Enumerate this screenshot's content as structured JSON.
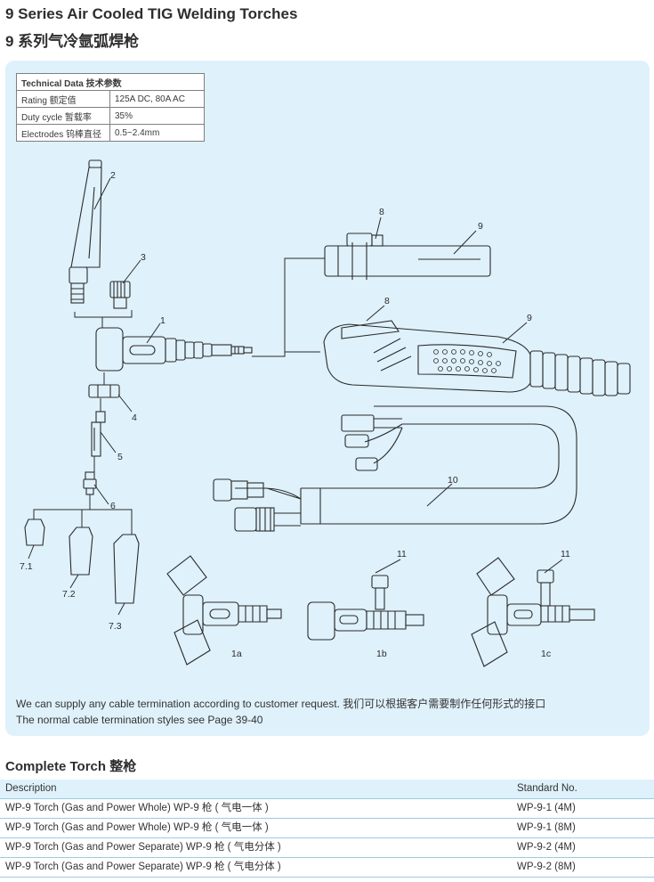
{
  "header": {
    "title_en": "9 Series Air Cooled TIG Welding Torches",
    "title_cn": "9 系列气冷氩弧焊枪"
  },
  "tech": {
    "heading": "Technical Data 技术参数",
    "rows": [
      {
        "label": "Rating 额定值",
        "value": "125A DC, 80A AC"
      },
      {
        "label": "Duty cycle 暂载率",
        "value": "35%"
      },
      {
        "label": "Electrodes 钨棒直径",
        "value": "0.5~2.4mm"
      }
    ]
  },
  "diagram": {
    "labels": {
      "p1": "1",
      "p2": "2",
      "p3": "3",
      "p4": "4",
      "p5": "5",
      "p6": "6",
      "p71": "7.1",
      "p72": "7.2",
      "p73": "7.3",
      "p8a": "8",
      "p8b": "8",
      "p9a": "9",
      "p9b": "9",
      "p10": "10",
      "p11a": "11",
      "p11b": "11",
      "v1a": "1a",
      "v1b": "1b",
      "v1c": "1c"
    }
  },
  "notes": {
    "line1": "We can supply any cable termination according to customer request. 我们可以根据客户需要制作任何形式的接口",
    "line2": "The normal cable termination styles see Page 39-40"
  },
  "complete": {
    "heading": "Complete Torch 整枪",
    "columns": {
      "description": "Description",
      "standard": "Standard No."
    },
    "rows": [
      {
        "description": "WP-9 Torch (Gas and Power Whole) WP-9 枪 ( 气电一体 )",
        "standard": "WP-9-1 (4M)"
      },
      {
        "description": "WP-9 Torch (Gas and Power Whole) WP-9 枪 ( 气电一体 )",
        "standard": "WP-9-1 (8M)"
      },
      {
        "description": "WP-9 Torch (Gas and Power Separate) WP-9 枪 ( 气电分体 )",
        "standard": "WP-9-2 (4M)"
      },
      {
        "description": "WP-9 Torch (Gas and Power Separate) WP-9 枪 ( 气电分体 )",
        "standard": "WP-9-2 (8M)"
      }
    ]
  },
  "colors": {
    "panel": "#dff1fb",
    "rule": "#9bcbe3",
    "line": "#2b2b2b",
    "part_fill": "#ffffff"
  }
}
